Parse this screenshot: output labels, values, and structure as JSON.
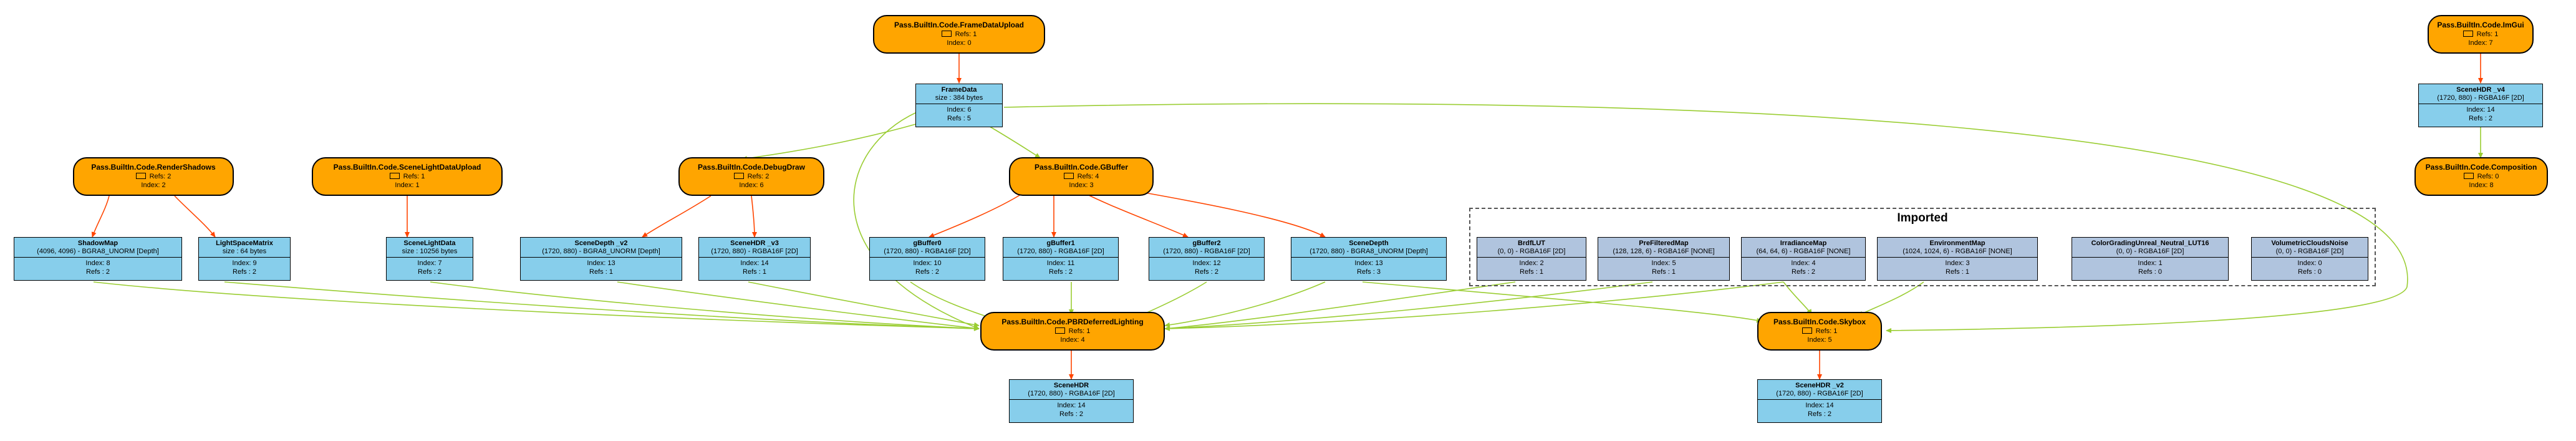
{
  "passes": {
    "frame_data_upload": {
      "name": "Pass.BuiltIn.Code.FrameDataUpload",
      "refs": "Refs: 1",
      "index": "Index: 0"
    },
    "render_shadows": {
      "name": "Pass.BuiltIn.Code.RenderShadows",
      "refs": "Refs: 2",
      "index": "Index: 2"
    },
    "scene_light_upload": {
      "name": "Pass.BuiltIn.Code.SceneLightDataUpload",
      "refs": "Refs: 1",
      "index": "Index: 1"
    },
    "debug_draw": {
      "name": "Pass.BuiltIn.Code.DebugDraw",
      "refs": "Refs: 2",
      "index": "Index: 6"
    },
    "gbuffer": {
      "name": "Pass.BuiltIn.Code.GBuffer",
      "refs": "Refs: 4",
      "index": "Index: 3"
    },
    "pbr_deferred": {
      "name": "Pass.BuiltIn.Code.PBRDeferredLighting",
      "refs": "Refs: 1",
      "index": "Index: 4"
    },
    "skybox": {
      "name": "Pass.BuiltIn.Code.Skybox",
      "refs": "Refs: 1",
      "index": "Index: 5"
    },
    "imgui": {
      "name": "Pass.BuiltIn.Code.ImGui",
      "refs": "Refs: 1",
      "index": "Index: 7"
    },
    "composition": {
      "name": "Pass.BuiltIn.Code.Composition",
      "refs": "Refs: 0",
      "index": "Index: 8"
    }
  },
  "resources": {
    "frame_data": {
      "name": "FrameData",
      "desc": "size : 384 bytes",
      "index": "Index: 6",
      "refs": "Refs : 5"
    },
    "shadow_map": {
      "name": "ShadowMap",
      "desc": "(4096, 4096) - BGRA8_UNORM [Depth]",
      "index": "Index: 8",
      "refs": "Refs : 2"
    },
    "light_space_matrix": {
      "name": "LightSpaceMatrix",
      "desc": "size : 64 bytes",
      "index": "Index: 9",
      "refs": "Refs : 2"
    },
    "scene_light_data": {
      "name": "SceneLightData",
      "desc": "size : 10256 bytes",
      "index": "Index: 7",
      "refs": "Refs : 2"
    },
    "scene_depth_v2": {
      "name": "SceneDepth _v2",
      "desc": "(1720, 880) - BGRA8_UNORM [Depth]",
      "index": "Index: 13",
      "refs": "Refs : 1"
    },
    "scene_hdr_v3": {
      "name": "SceneHDR _v3",
      "desc": "(1720, 880) - RGBA16F [2D]",
      "index": "Index: 14",
      "refs": "Refs : 1"
    },
    "gbuffer0": {
      "name": "gBuffer0",
      "desc": "(1720, 880) - RGBA16F [2D]",
      "index": "Index: 10",
      "refs": "Refs : 2"
    },
    "gbuffer1": {
      "name": "gBuffer1",
      "desc": "(1720, 880) - RGBA16F [2D]",
      "index": "Index: 11",
      "refs": "Refs : 2"
    },
    "gbuffer2": {
      "name": "gBuffer2",
      "desc": "(1720, 880) - RGBA16F [2D]",
      "index": "Index: 12",
      "refs": "Refs : 2"
    },
    "scene_depth": {
      "name": "SceneDepth",
      "desc": "(1720, 880) - BGRA8_UNORM [Depth]",
      "index": "Index: 13",
      "refs": "Refs : 3"
    },
    "scene_hdr": {
      "name": "SceneHDR",
      "desc": "(1720, 880) - RGBA16F [2D]",
      "index": "Index: 14",
      "refs": "Refs : 2"
    },
    "scene_hdr_v2": {
      "name": "SceneHDR _v2",
      "desc": "(1720, 880) - RGBA16F [2D]",
      "index": "Index: 14",
      "refs": "Refs : 2"
    },
    "scene_hdr_v4": {
      "name": "SceneHDR _v4",
      "desc": "(1720, 880) - RGBA16F [2D]",
      "index": "Index: 14",
      "refs": "Refs : 2"
    }
  },
  "imported": {
    "title": "Imported",
    "brdf_lut": {
      "name": "BrdfLUT",
      "desc": "(0, 0) - RGBA16F [2D]",
      "index": "Index: 2",
      "refs": "Refs : 1"
    },
    "prefiltered_map": {
      "name": "PreFilteredMap",
      "desc": "(128, 128, 6) - RGBA16F [NONE]",
      "index": "Index: 5",
      "refs": "Refs : 1"
    },
    "irradiance_map": {
      "name": "IrradianceMap",
      "desc": "(64, 64, 6) - RGBA16F [NONE]",
      "index": "Index: 4",
      "refs": "Refs : 2"
    },
    "environment_map": {
      "name": "EnvironmentMap",
      "desc": "(1024, 1024, 6) - RGBA16F [NONE]",
      "index": "Index: 3",
      "refs": "Refs : 1"
    },
    "color_grading_lut": {
      "name": "ColorGradingUnreal_Neutral_LUT16",
      "desc": "(0, 0) - RGBA16F [2D]",
      "index": "Index: 1",
      "refs": "Refs : 0"
    },
    "volumetric_clouds_noise": {
      "name": "VolumetricCloudsNoise",
      "desc": "(0, 0) - RGBA16F [2D]",
      "index": "Index: 0",
      "refs": "Refs : 0"
    }
  },
  "colors": {
    "pass_fill": "#ffa500",
    "resource_fill": "#87ceeb",
    "imported_fill": "#b0c4de",
    "write_edge": "#ff4500",
    "read_edge": "#9acd32"
  }
}
